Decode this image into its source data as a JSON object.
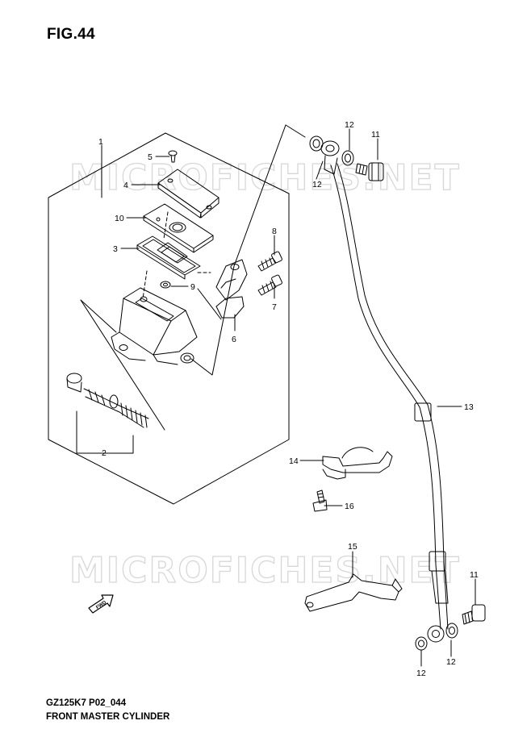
{
  "figure": {
    "title": "FIG.44",
    "model_code": "GZ125K7 P02_044",
    "caption": "FRONT MASTER CYLINDER",
    "watermark": "MICROFICHES.NET",
    "direction_arrow_label": "FWD"
  },
  "callouts": [
    {
      "id": "c1",
      "number": "1"
    },
    {
      "id": "c2",
      "number": "2"
    },
    {
      "id": "c3",
      "number": "3"
    },
    {
      "id": "c4",
      "number": "4"
    },
    {
      "id": "c5",
      "number": "5"
    },
    {
      "id": "c6",
      "number": "6"
    },
    {
      "id": "c7",
      "number": "7"
    },
    {
      "id": "c8",
      "number": "8"
    },
    {
      "id": "c9",
      "number": "9"
    },
    {
      "id": "c10",
      "number": "10"
    },
    {
      "id": "c11a",
      "number": "11"
    },
    {
      "id": "c11b",
      "number": "11"
    },
    {
      "id": "c12a",
      "number": "12"
    },
    {
      "id": "c12b",
      "number": "12"
    },
    {
      "id": "c12c",
      "number": "12"
    },
    {
      "id": "c12d",
      "number": "12"
    },
    {
      "id": "c13",
      "number": "13"
    },
    {
      "id": "c14",
      "number": "14"
    },
    {
      "id": "c15",
      "number": "15"
    },
    {
      "id": "c16",
      "number": "16"
    }
  ],
  "colors": {
    "ink": "#000000",
    "watermark": "#d7d7d7",
    "background": "#ffffff"
  }
}
